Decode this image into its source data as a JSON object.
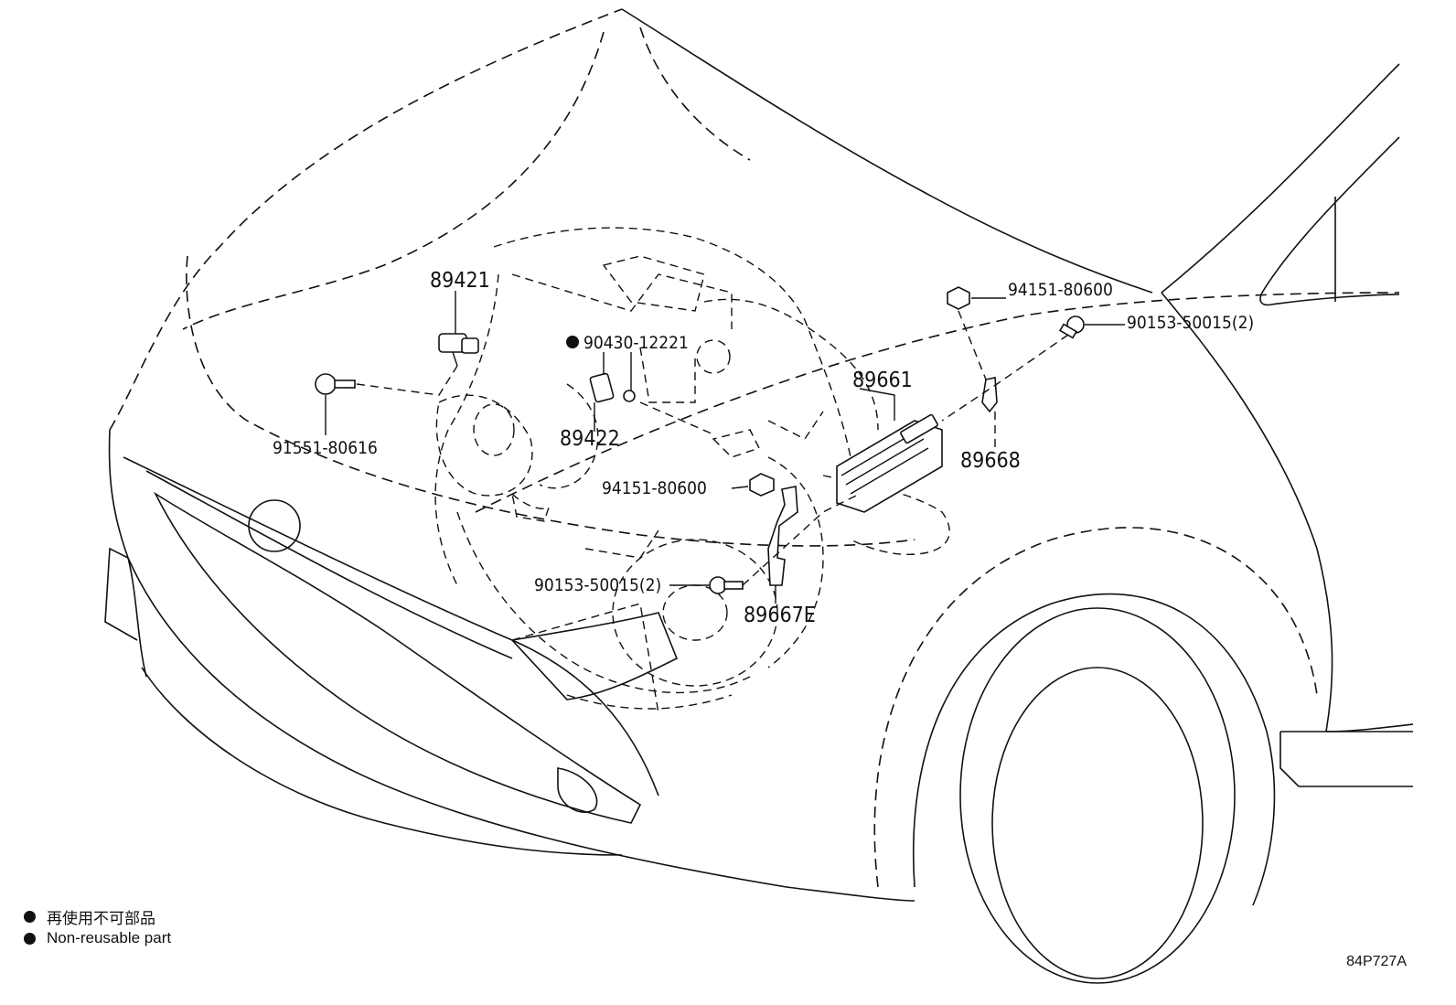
{
  "diagram": {
    "labels": {
      "p89421": "89421",
      "p90430": "90430-12221",
      "p91551": "91551-80616",
      "p89422": "89422",
      "p94151_mid": "94151-80600",
      "p90153_lower": "90153-50015(2)",
      "p89667e": "89667E",
      "p89661": "89661",
      "p94151_top": "94151-80600",
      "p90153_top": "90153-50015(2)",
      "p89668": "89668"
    },
    "legend": {
      "japanese": "再使用不可部品",
      "english": "Non-reusable part"
    },
    "drawing_code": "84P727A"
  }
}
